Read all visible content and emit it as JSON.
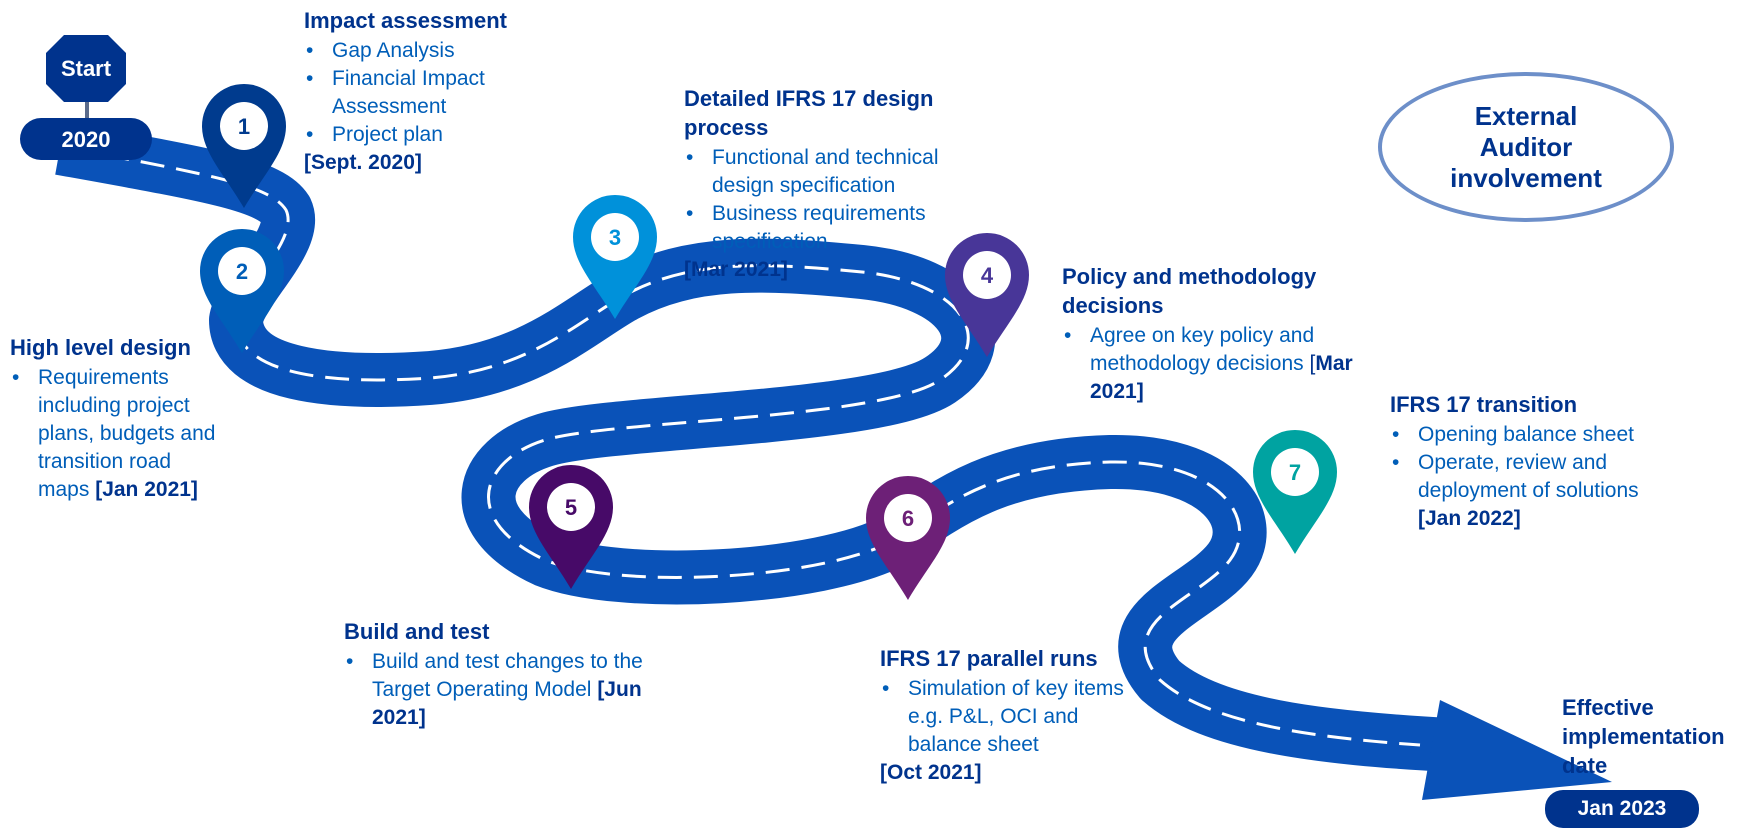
{
  "start": {
    "sign_label": "Start",
    "year": "2020"
  },
  "milestones": [
    {
      "num": "1",
      "title": "Impact assessment",
      "bullets": [
        "Gap Analysis",
        "Financial Impact Assessment",
        "Project plan"
      ],
      "date": "[Sept. 2020]",
      "color": "#003B8E"
    },
    {
      "num": "2",
      "title": "High level design",
      "bullets": [
        "Requirements including project plans, budgets and transition road maps"
      ],
      "date": "[Jan 2021]",
      "color": "#005EB8"
    },
    {
      "num": "3",
      "title": "Detailed IFRS 17 design process",
      "bullets": [
        "Functional and technical design specification",
        "Business requirements specification"
      ],
      "date": "[Mar 2021]",
      "color": "#0091DA"
    },
    {
      "num": "4",
      "title": "Policy and methodology decisions",
      "bullets": [
        "Agree on key policy and methodology decisions"
      ],
      "date_prefix": "[",
      "date": "Mar 2021]",
      "color": "#483698"
    },
    {
      "num": "5",
      "title": "Build and test",
      "bullets": [
        "Build and test changes to the Target Operating Model"
      ],
      "date": "[Jun 2021]",
      "color": "#470A68"
    },
    {
      "num": "6",
      "title": "IFRS 17 parallel runs",
      "bullets": [
        "Simulation of key items e.g. P&L, OCI and balance sheet"
      ],
      "date": "[Oct 2021]",
      "color": "#6D2077"
    },
    {
      "num": "7",
      "title": "IFRS 17 transition",
      "bullets": [
        "Opening balance sheet",
        "Operate, review and deployment of solutions"
      ],
      "date": "[Jan 2022]",
      "color": "#00A3A1"
    }
  ],
  "auditor": "External Auditor involvement",
  "end": {
    "title": "Effective implementation date",
    "date": "Jan 2023"
  },
  "colors": {
    "road": "#0A52B8",
    "dark_blue": "#00338D",
    "medium_blue": "#005EB8",
    "auditor_border": "#6D8FC9"
  }
}
